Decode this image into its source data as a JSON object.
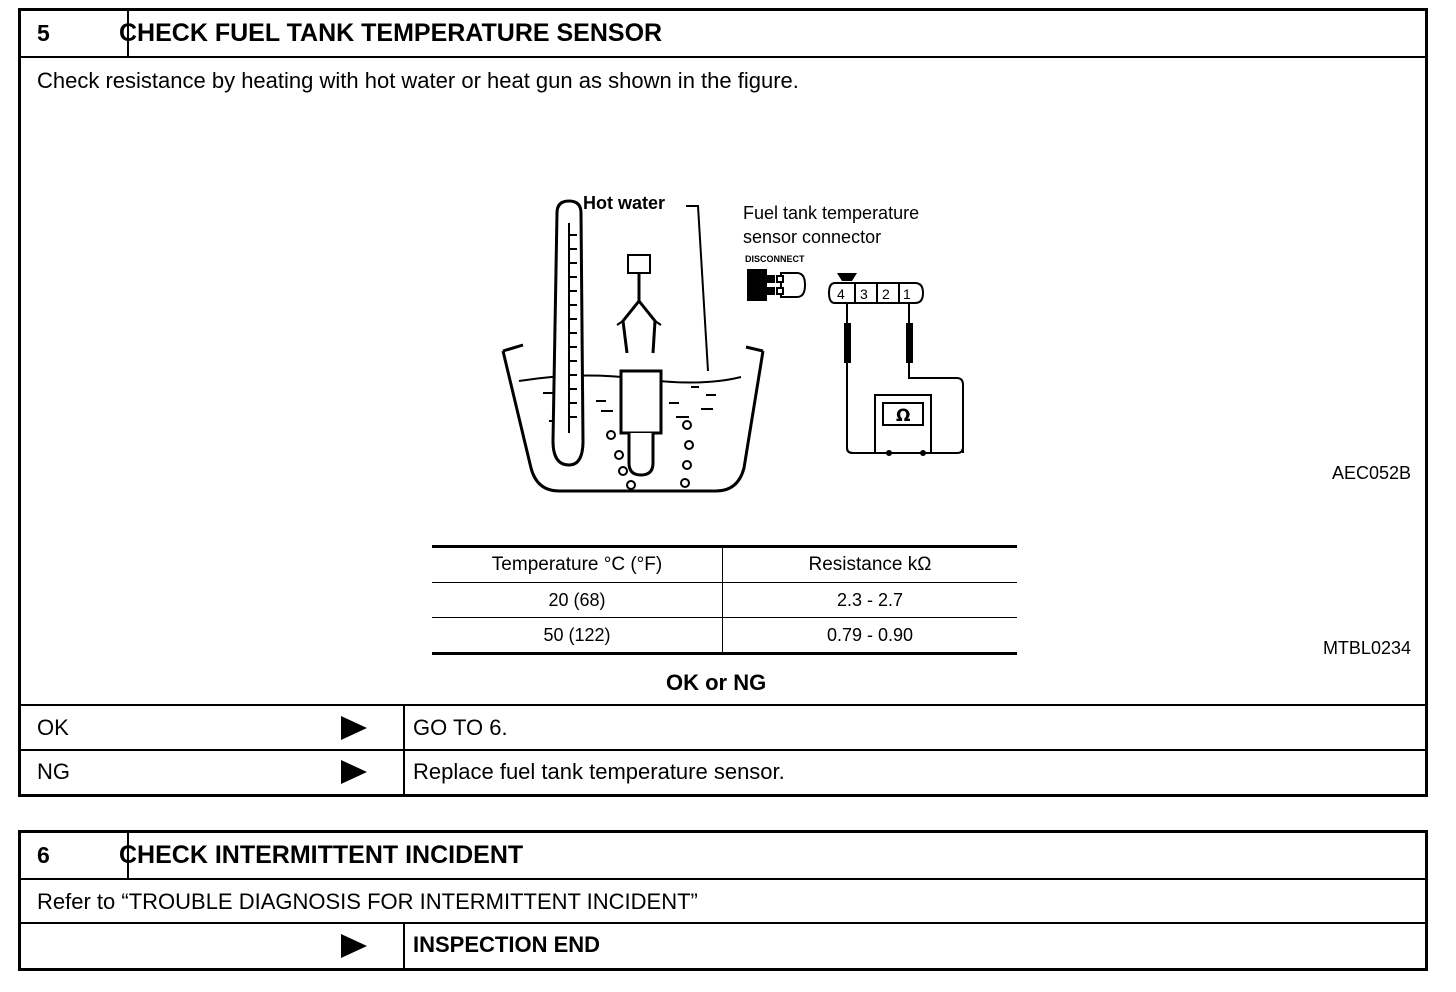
{
  "step5": {
    "number": "5",
    "title": "CHECK FUEL TANK TEMPERATURE SENSOR",
    "instruction": "Check resistance by heating with hot water or heat gun as shown in the figure.",
    "figure": {
      "hot_water_label": "Hot water",
      "connector_label_line1": "Fuel tank temperature",
      "connector_label_line2": "sensor connector",
      "disconnect_label": "DISCONNECT",
      "pins": [
        "4",
        "3",
        "2",
        "1"
      ],
      "meter_symbol": "Ω",
      "code": "AEC052B"
    },
    "table": {
      "headers": [
        "Temperature °C (°F)",
        "Resistance kΩ"
      ],
      "rows": [
        [
          "20 (68)",
          "2.3 - 2.7"
        ],
        [
          "50 (122)",
          "0.79 - 0.90"
        ]
      ],
      "code": "MTBL0234"
    },
    "result_prompt": "OK or NG",
    "results": [
      {
        "label": "OK",
        "action": "GO TO 6."
      },
      {
        "label": "NG",
        "action": "Replace fuel tank temperature sensor."
      }
    ]
  },
  "step6": {
    "number": "6",
    "title": "CHECK INTERMITTENT INCIDENT",
    "instruction": "Refer to “TROUBLE DIAGNOSIS FOR INTERMITTENT INCIDENT”",
    "result": {
      "label": "",
      "action": "INSPECTION END"
    }
  }
}
